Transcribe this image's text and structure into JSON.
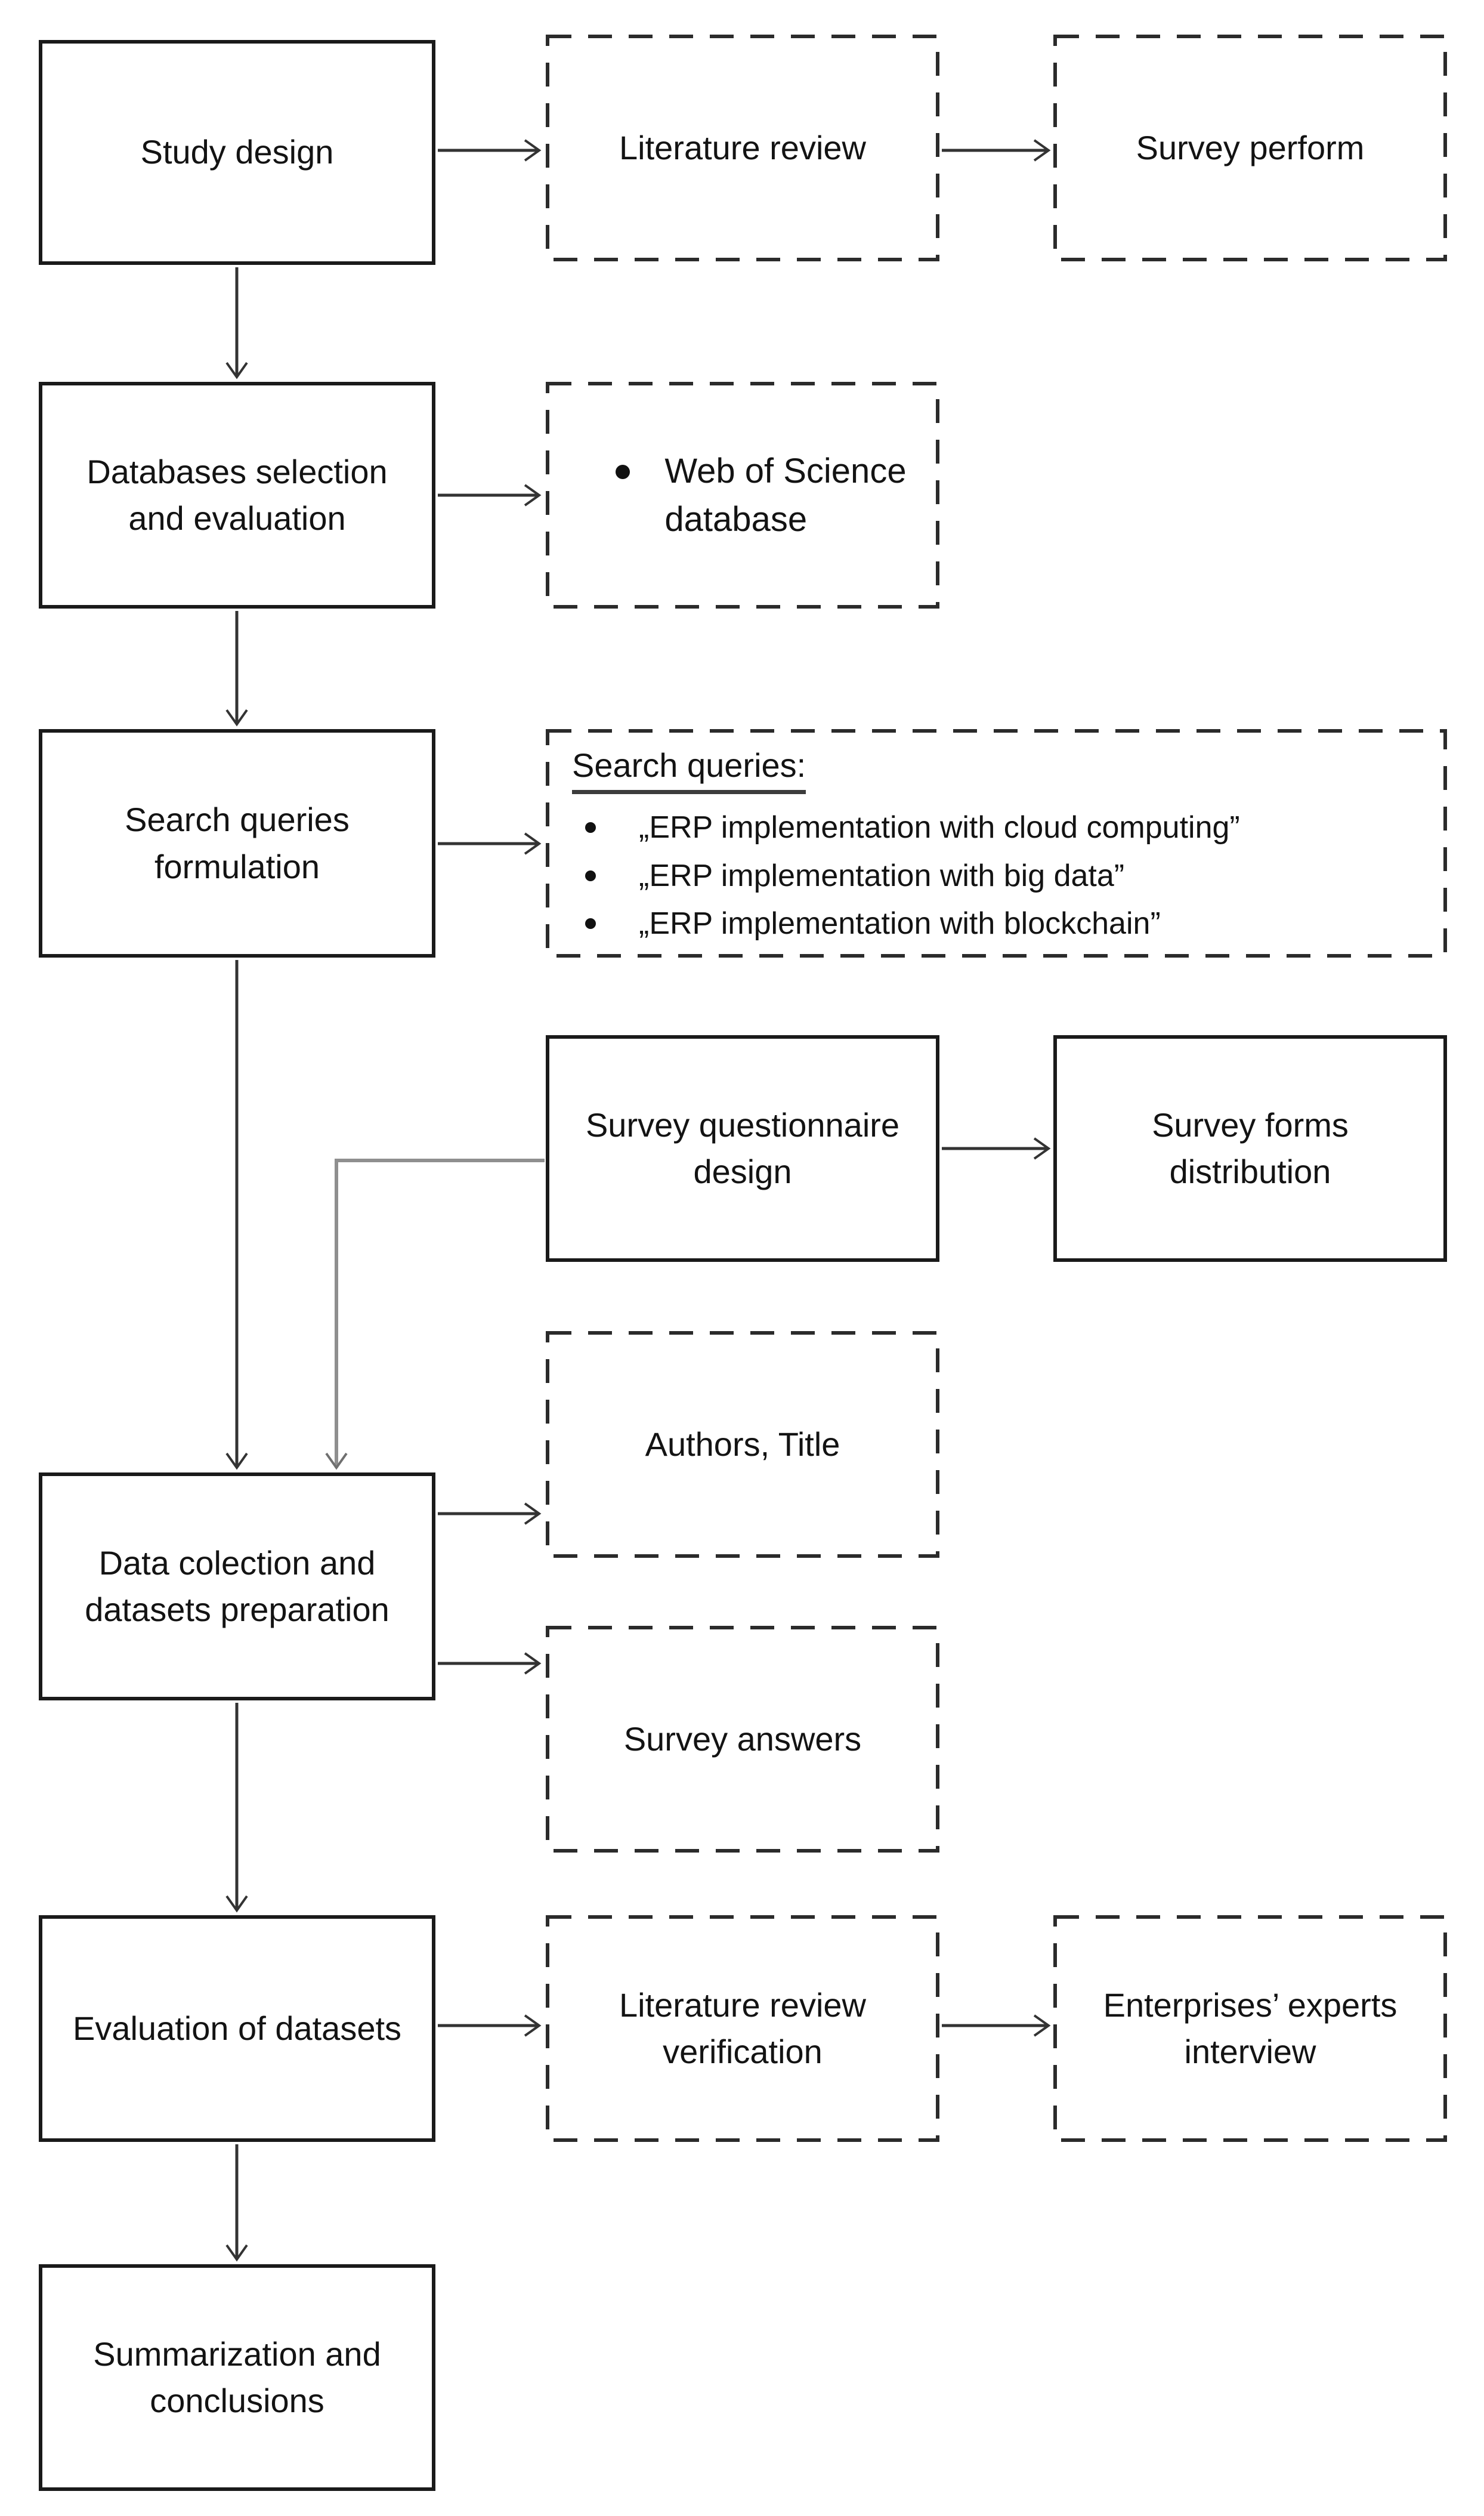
{
  "colors": {
    "background": "#ffffff",
    "solid_border": "#1a1a1a",
    "dashed_border": "#2b2b2b",
    "arrow_line": "#333333",
    "elbow_line": "#8f8f8f",
    "text": "#131313"
  },
  "boxes": {
    "study_design": {
      "label": "Study design",
      "style": "solid"
    },
    "literature_review": {
      "label": "Literature review",
      "style": "dashed"
    },
    "survey_perform": {
      "label": "Survey perform",
      "style": "dashed"
    },
    "databases_selection": {
      "label": "Databases selection\nand evaluation",
      "style": "solid"
    },
    "web_of_science": {
      "label": "Web of Science\ndatabase",
      "style": "dashed",
      "bullet": "filled-circle"
    },
    "search_queries_formulation": {
      "label": "Search queries\nformulation",
      "style": "solid"
    },
    "survey_questionnaire_design": {
      "label": "Survey questionnaire\ndesign",
      "style": "solid"
    },
    "survey_forms_distribution": {
      "label": "Survey forms\ndistribution",
      "style": "solid"
    },
    "authors_title": {
      "label": "Authors, Title",
      "style": "dashed"
    },
    "data_collection": {
      "label": "Data colection and\ndatasets preparation",
      "style": "solid"
    },
    "survey_answers": {
      "label": "Survey answers",
      "style": "dashed"
    },
    "evaluation_of_datasets": {
      "label": "Evaluation of datasets",
      "style": "solid"
    },
    "literature_review_verification": {
      "label": "Literature review\nverification",
      "style": "dashed"
    },
    "enterprises_experts_interview": {
      "label": "Enterprises’ experts\ninterview",
      "style": "dashed"
    },
    "summarization": {
      "label": "Summarization and\nconclusions",
      "style": "solid"
    }
  },
  "search_queries_panel": {
    "heading": "Search queries:",
    "items": [
      "„ERP implementation with cloud computing”",
      "„ERP implementation with big data”",
      "„ERP implementation with blockchain”"
    ]
  }
}
